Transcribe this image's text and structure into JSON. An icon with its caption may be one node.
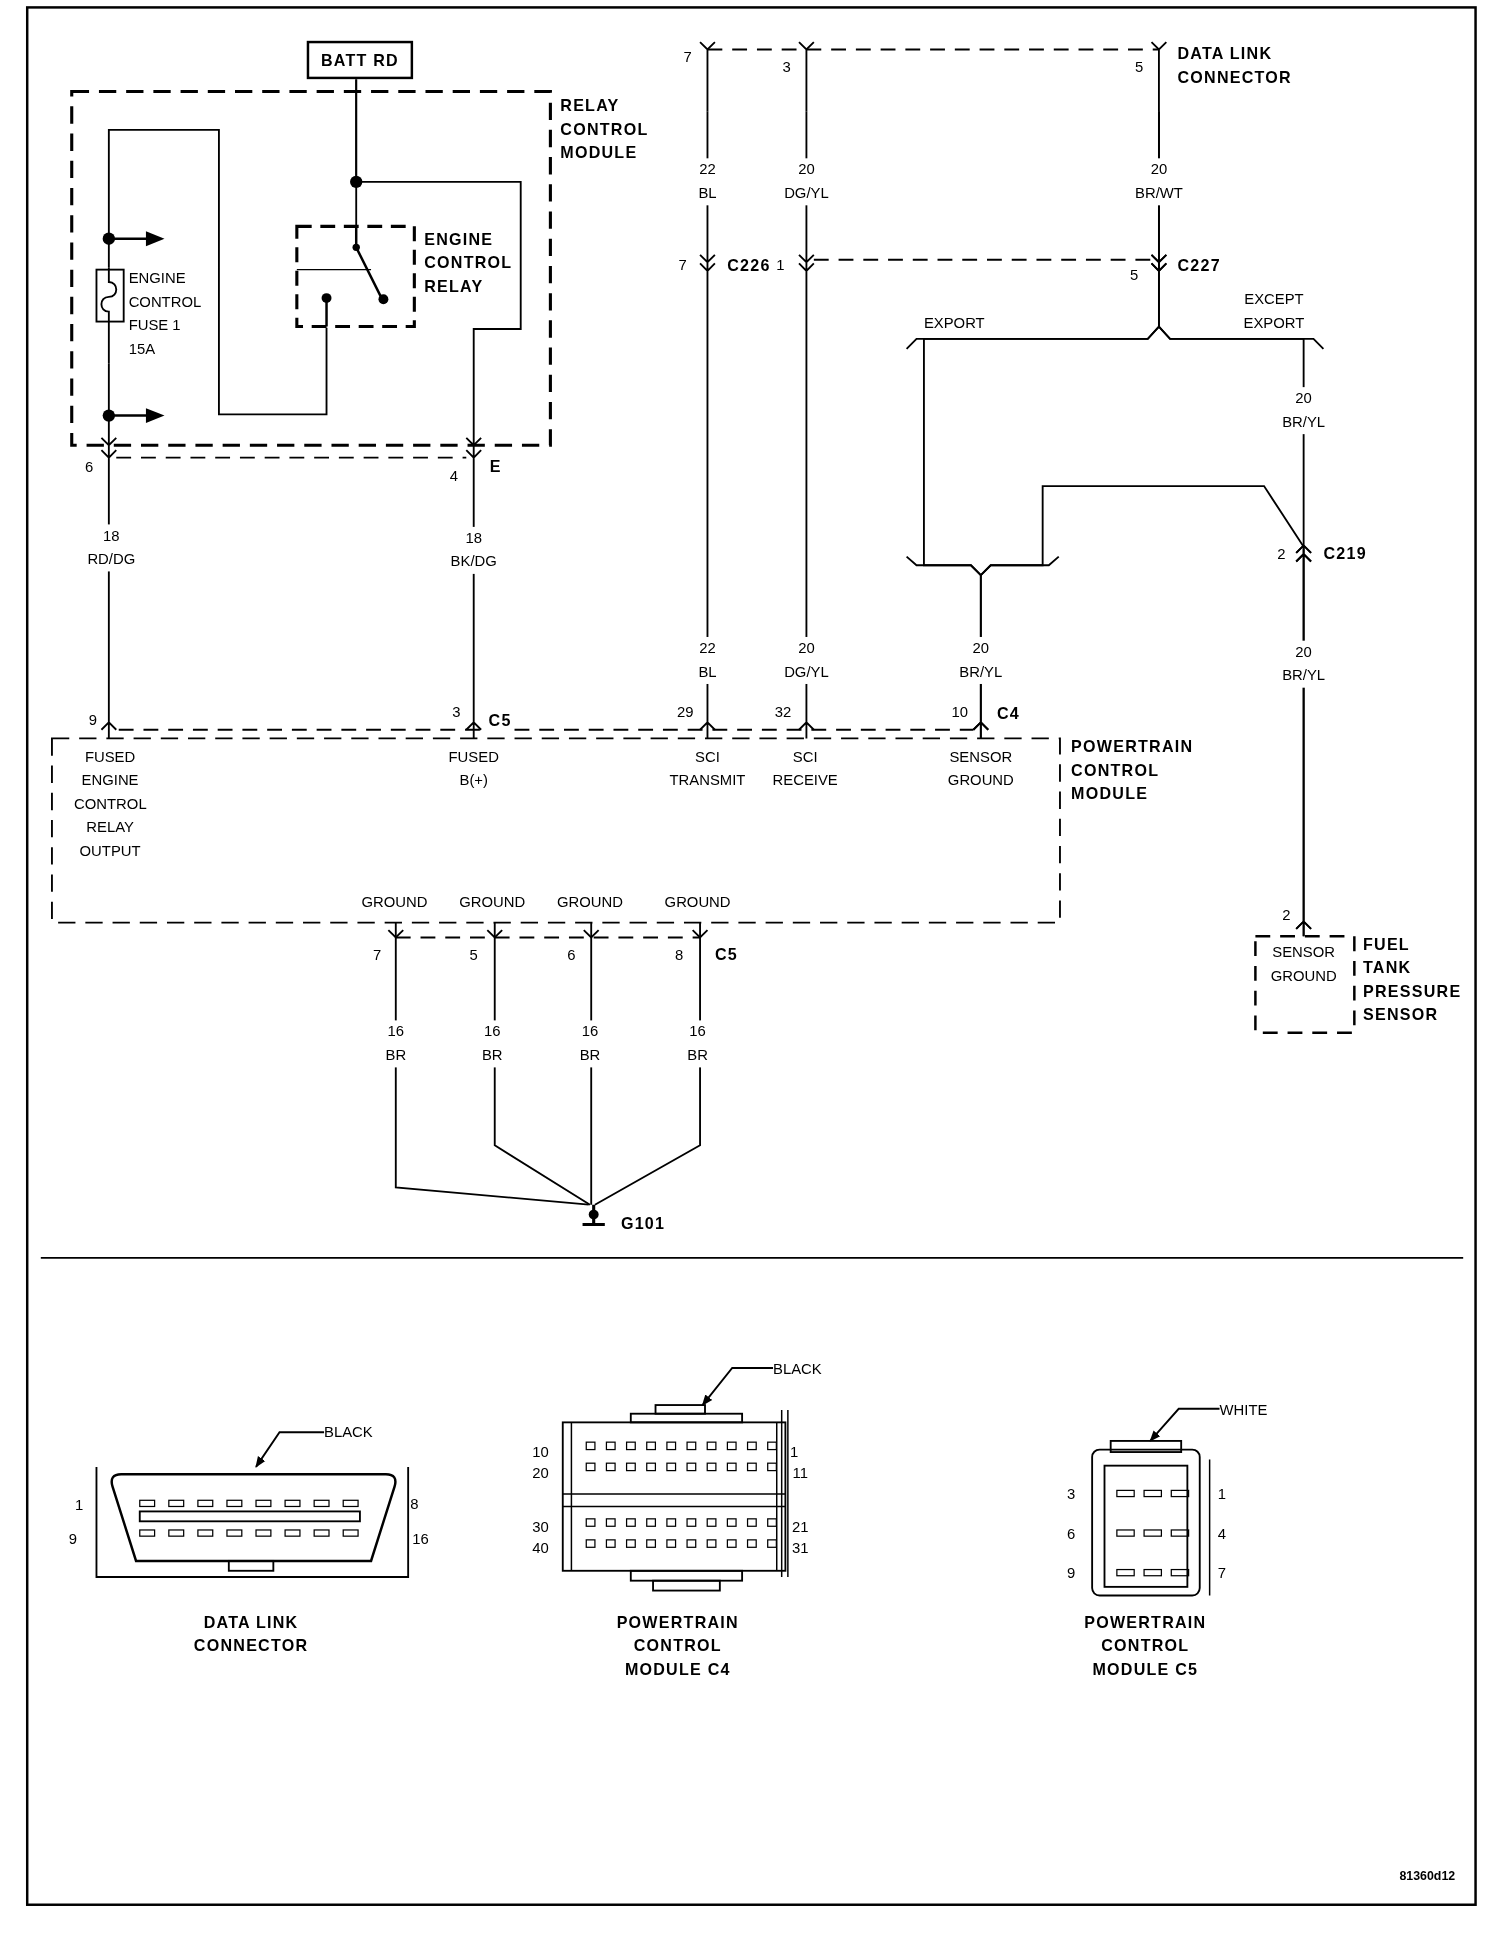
{
  "diagram": {
    "nodes": [
      {
        "text": [
          "BATT RD"
        ]
      },
      {
        "text": [
          "RELAY CONTROL MODULE"
        ]
      },
      {
        "text": [
          "ENGINE CONTROL FUSE 1 15A"
        ],
        "in": 1
      },
      {
        "text": [
          "ENGINE CONTROL RELAY"
        ],
        "in": 1
      },
      {
        "text": [
          "DATA LINK CONNECTOR"
        ]
      },
      {
        "text": [
          "FUSED ENGINE CONTROL RELAY OUTPUT",
          "FUSED B(+)",
          "SCI TRANSMIT",
          "SCI RECEIVE",
          "SENSOR GROUND",
          "POWERTRAIN CONTROL MODULE",
          "GROUND",
          "GROUND",
          "GROUND",
          "GROUND"
        ]
      },
      {
        "text": [
          "G101"
        ]
      },
      {
        "text": [
          "SENSOR GROUND",
          "FUEL TANK PRESSURE SENSOR"
        ]
      },
      {
        "text": [
          "BLACK"
        ]
      },
      {
        "text": [
          "DATA LINK CONNECTOR"
        ]
      },
      {
        "text": [
          "BLACK"
        ]
      },
      {
        "text": [
          "POWERTRAIN CONTROL MODULE C4"
        ]
      },
      {
        "text": [
          "WHITE"
        ]
      },
      {
        "text": [
          "POWERTRAIN CONTROL MODULE C5"
        ]
      }
    ],
    "edges": [
      {
        "from": 0,
        "to": 3,
        "arrow": "none"
      },
      {
        "from": 0,
        "to": 5,
        "arrow": "to"
      },
      {
        "from": 3,
        "to": 2,
        "arrow": "none"
      },
      {
        "from": 2,
        "to": 5,
        "arrow": "to"
      },
      {
        "from": 4,
        "to": 5,
        "arrow": "to"
      },
      {
        "from": 4,
        "to": 5,
        "arrow": "to"
      },
      {
        "from": 4,
        "to": 5,
        "arrow": "to"
      },
      {
        "from": 4,
        "to": 7,
        "arrow": "to"
      },
      {
        "from": 5,
        "to": 7,
        "arrow": "to"
      },
      {
        "from": 5,
        "to": 6,
        "arrow": "none"
      },
      {
        "from": 5,
        "to": 6,
        "arrow": "none"
      },
      {
        "from": 5,
        "to": 6,
        "arrow": "none"
      },
      {
        "from": 5,
        "to": 6,
        "arrow": "none"
      },
      {
        "from": 8,
        "to": 9,
        "arrow": "to"
      },
      {
        "from": 10,
        "to": 11,
        "arrow": "to"
      },
      {
        "from": 12,
        "to": 13,
        "arrow": "to"
      }
    ],
    "labels": [
      "7",
      "3",
      "5",
      "22 BL",
      "20 DG/YL",
      "20 BR/WT",
      "7",
      "C226",
      "1",
      "5",
      "C227",
      "EXPORT",
      "EXCEPT EXPORT",
      "20 BR/YL",
      "6",
      "4",
      "E",
      "18 RD/DG",
      "18 BK/DG",
      "2",
      "C219",
      "22 BL",
      "20 DG/YL",
      "20 BR/YL",
      "20 BR/YL",
      "9",
      "3",
      "C5",
      "29",
      "32",
      "10",
      "C4",
      "2",
      "7",
      "5",
      "6",
      "8",
      "C5",
      "16 BR",
      "16 BR",
      "16 BR",
      "16 BR",
      "1",
      "8",
      "9",
      "16",
      "10",
      "1",
      "20",
      "11",
      "30",
      "21",
      "40",
      "31",
      "3",
      "1",
      "6",
      "4",
      "9",
      "7",
      "81360d12"
    ]
  }
}
